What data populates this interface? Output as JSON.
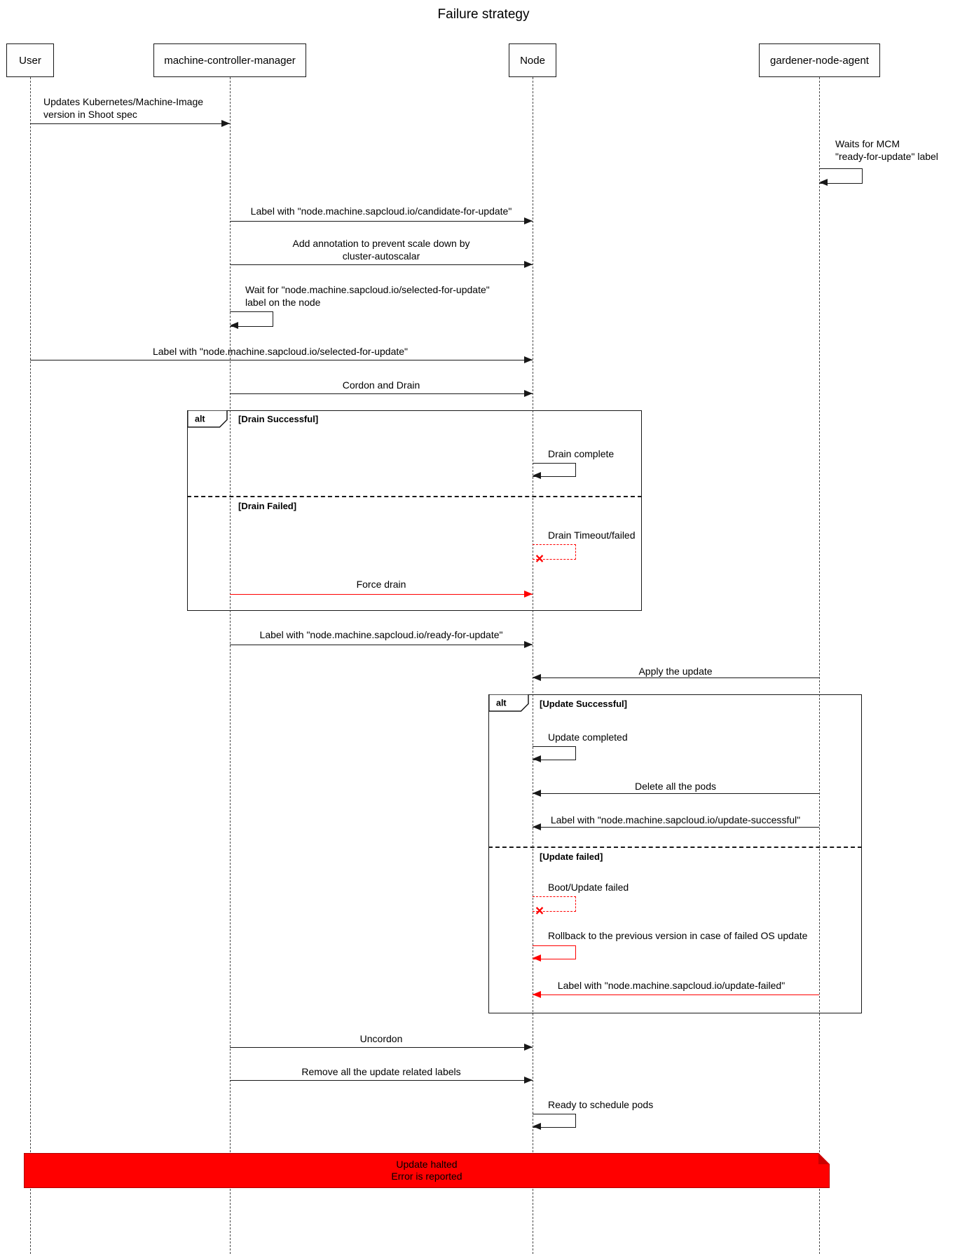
{
  "title": "Failure strategy",
  "colors": {
    "line": "#181818",
    "error_red": "#ff0000",
    "note_fill": "#ff0000",
    "participant_fill": "#fefefe"
  },
  "participants": {
    "user": "User",
    "mcm": "machine-controller-manager",
    "node": "Node",
    "gna": "gardener-node-agent"
  },
  "messages": {
    "update_shoot_spec": "Updates Kubernetes/Machine-Image\nversion in Shoot spec",
    "waits_for_mcm_label": "Waits for MCM\n\"ready-for-update\" label",
    "label_candidate_for_update": "Label with \"node.machine.sapcloud.io/candidate-for-update\"",
    "add_annotation_prevent_scale_down": "Add annotation to prevent scale down by\ncluster-autoscalar",
    "wait_selected_for_update": "Wait for \"node.machine.sapcloud.io/selected-for-update\"\nlabel on the node",
    "label_selected_for_update": "Label with \"node.machine.sapcloud.io/selected-for-update\"",
    "cordon_and_drain": "Cordon and Drain",
    "drain_complete": "Drain complete",
    "drain_timeout_failed": "Drain Timeout/failed",
    "force_drain": "Force drain",
    "label_ready_for_update": "Label with \"node.machine.sapcloud.io/ready-for-update\"",
    "apply_the_update": "Apply the update",
    "update_completed": "Update completed",
    "delete_all_pods": "Delete all the pods",
    "label_update_successful": "Label with \"node.machine.sapcloud.io/update-successful\"",
    "boot_update_failed": "Boot/Update failed",
    "rollback_previous_version": "Rollback to the previous version in case of failed OS update",
    "label_update_failed": "Label with \"node.machine.sapcloud.io/update-failed\"",
    "uncordon": "Uncordon",
    "remove_update_labels": "Remove all the update related labels",
    "ready_to_schedule_pods": "Ready to schedule pods"
  },
  "fragments": {
    "alt1": {
      "operator": "alt",
      "condition_success": "[Drain Successful]",
      "condition_failure": "[Drain Failed]"
    },
    "alt2": {
      "operator": "alt",
      "condition_success": "[Update Successful]",
      "condition_failure": "[Update failed]"
    }
  },
  "note": {
    "text": "Update halted\nError is reported"
  },
  "icons": {
    "lost_message_icon": "×"
  }
}
